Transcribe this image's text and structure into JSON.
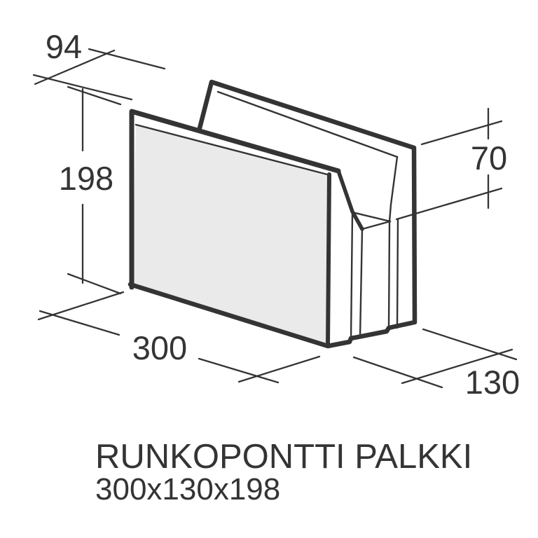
{
  "product": {
    "name": "RUNKOPONTTI PALKKI",
    "size_label": "300x130x198"
  },
  "dimensions": {
    "top_width": "94",
    "height": "198",
    "notch_depth": "70",
    "length": "300",
    "width": "130"
  },
  "colors": {
    "line": "#343434",
    "face_shaded": "#eaeaea",
    "face_light": "#ffffff",
    "background": "#ffffff"
  }
}
